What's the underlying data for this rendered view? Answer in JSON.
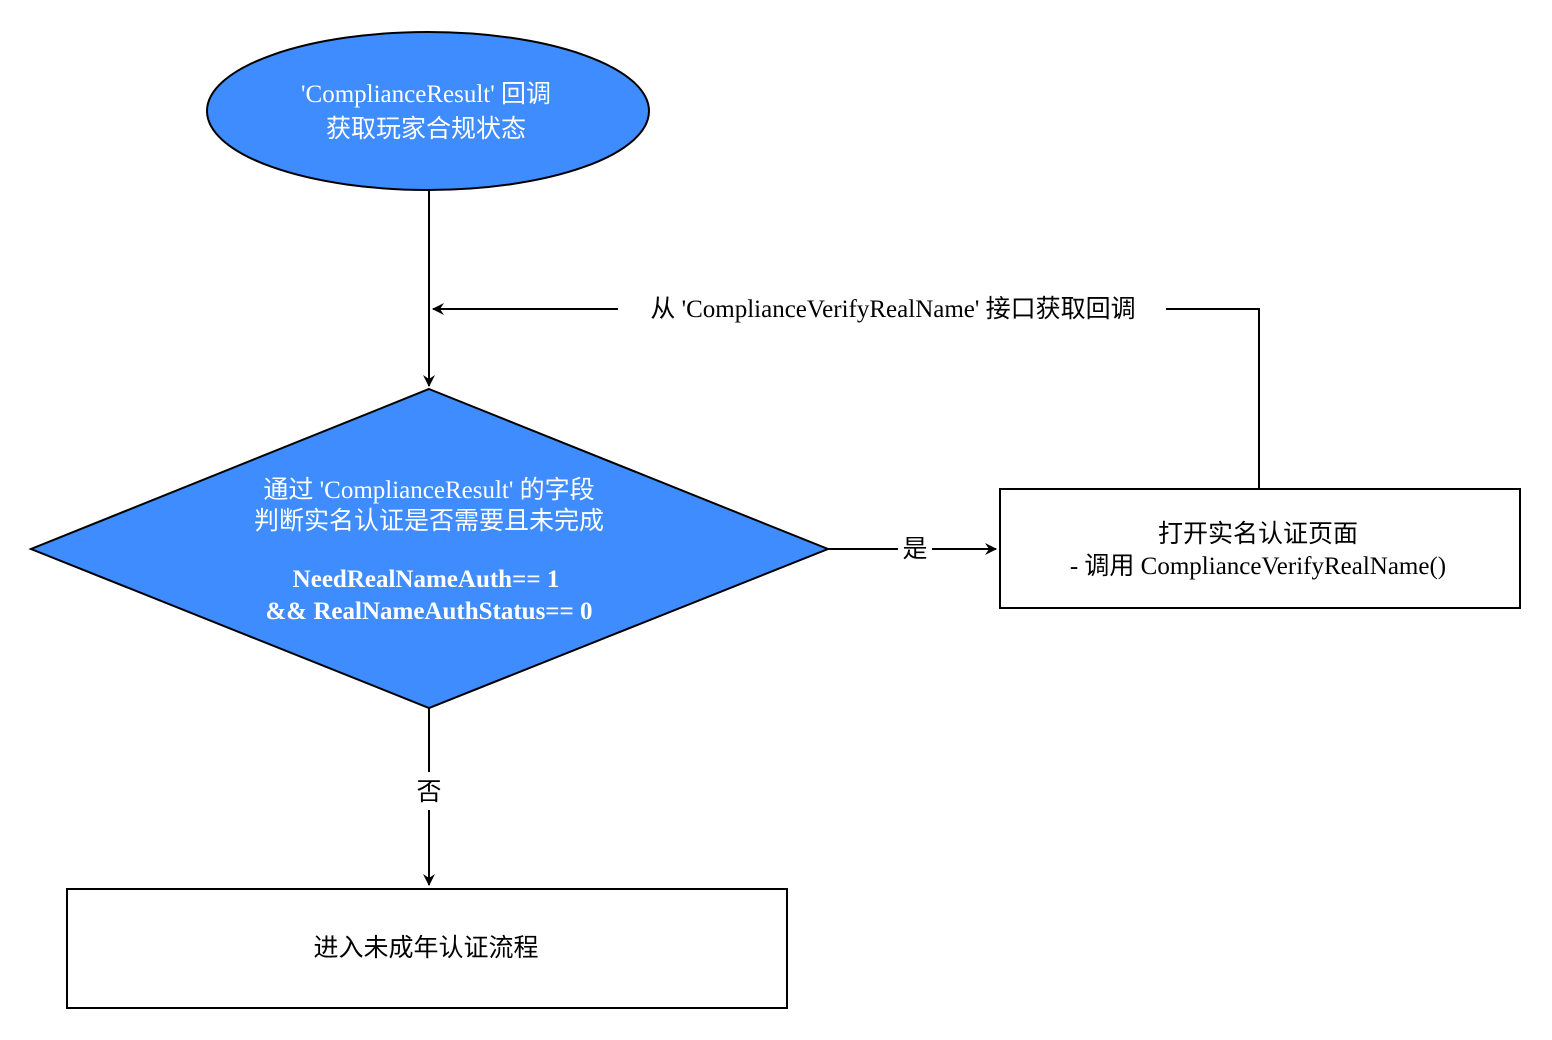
{
  "colors": {
    "node_fill_blue": "#3f8cff",
    "node_text_on_blue": "#ffffff",
    "stroke": "#000000",
    "background": "#ffffff"
  },
  "start_node": {
    "line1": "'ComplianceResult' 回调",
    "line2": "获取玩家合规状态"
  },
  "decision": {
    "line1": "通过 'ComplianceResult' 的字段",
    "line2": "判断实名认证是否需要且未完成",
    "condition_line1": "NeedRealNameAuth== 1",
    "condition_line2": "&& RealNameAuthStatus== 0"
  },
  "yes_node": {
    "line1": "打开实名认证页面",
    "line2": "- 调用 ComplianceVerifyRealName()"
  },
  "no_node": {
    "line1": "进入未成年认证流程"
  },
  "edges": {
    "yes_label": "是",
    "no_label": "否",
    "callback_label": "从 'ComplianceVerifyRealName' 接口获取回调"
  }
}
